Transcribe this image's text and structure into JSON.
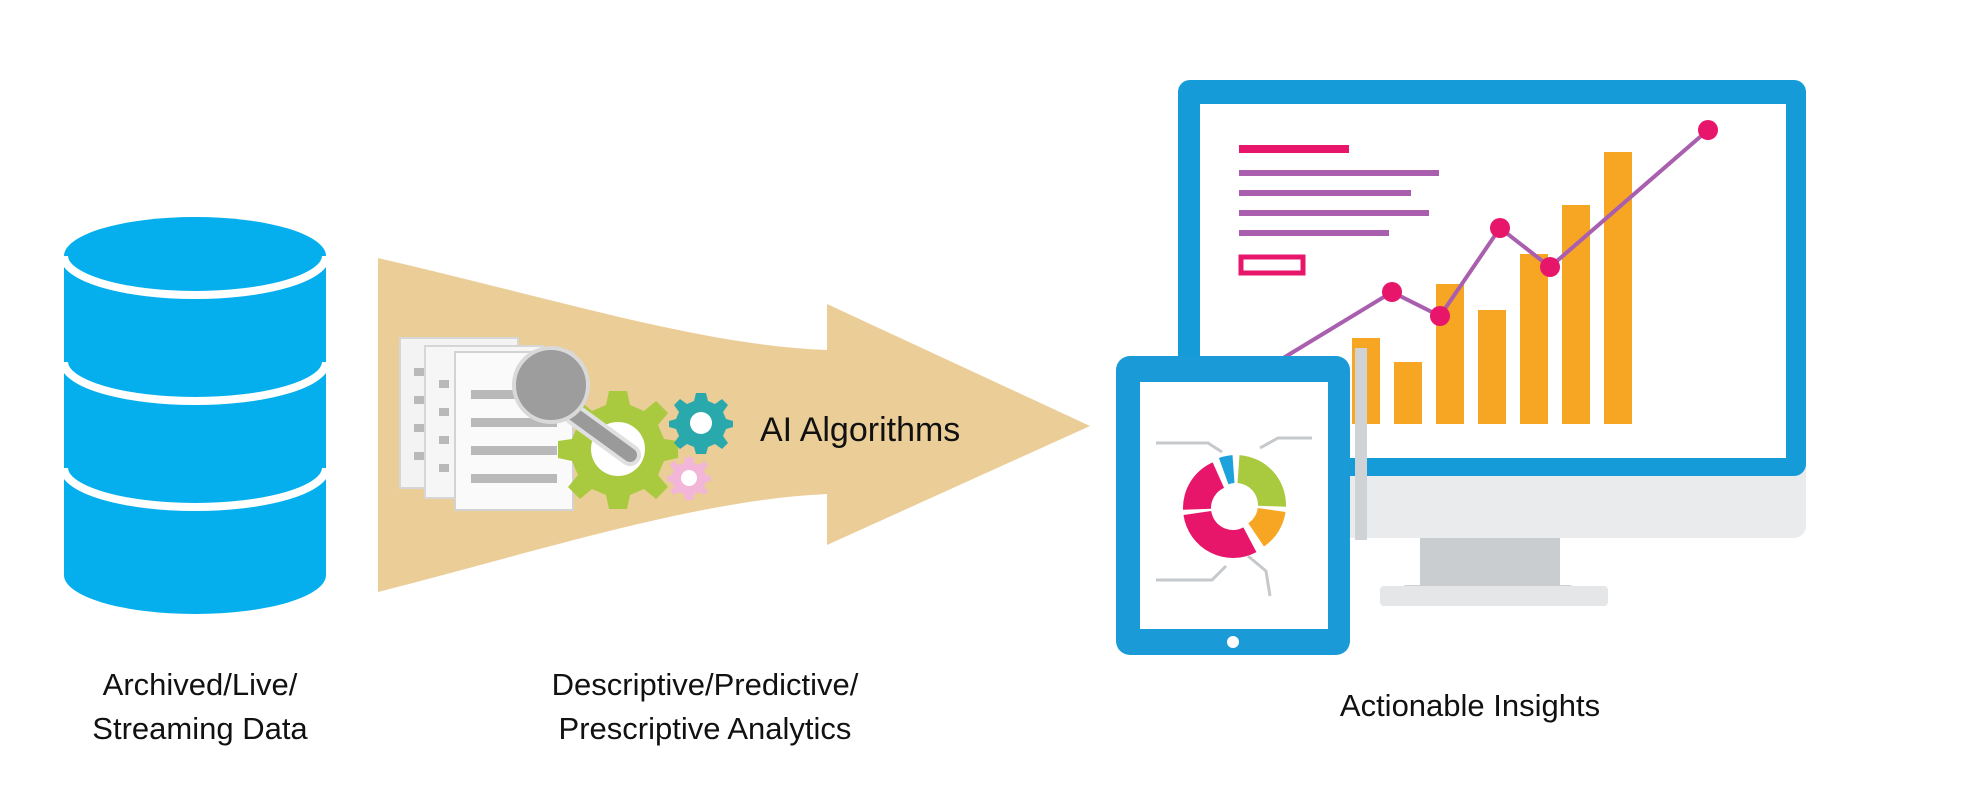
{
  "colors": {
    "database": "#05aeec",
    "arrow": "#ebcd98",
    "monitor_frame": "#159cd8",
    "bars": "#f6a623",
    "trend_line": "#a95fae",
    "trend_points": "#e8166b",
    "gear_green": "#a9c93f",
    "gear_teal": "#2aa9ad",
    "gear_pink": "#f2b6d8",
    "donut": [
      "#e8166b",
      "#1ea2dc",
      "#a9c93f",
      "#f6a623"
    ]
  },
  "icons": {
    "database": "database-icon",
    "documents": "documents-icon",
    "magnifier": "magnifier-icon",
    "gears": "gear-icon",
    "monitor": "monitor-icon",
    "tablet": "tablet-icon"
  },
  "stages": {
    "data": {
      "line1": "Archived/Live/",
      "line2": "Streaming Data"
    },
    "analytics": {
      "line1": "Descriptive/Predictive/",
      "line2": "Prescriptive Analytics",
      "arrow_label": "AI Algorithms"
    },
    "insights": {
      "label": "Actionable Insights"
    }
  }
}
